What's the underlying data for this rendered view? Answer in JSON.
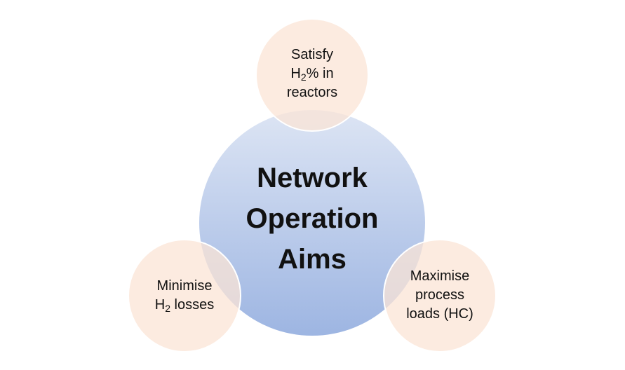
{
  "title": {
    "lines": [
      "Network",
      "Operation",
      "Aims"
    ]
  },
  "aims": {
    "top": {
      "line1": "Satisfy",
      "line2_main": "H",
      "line2_sub": "2",
      "line2_rest": "% in",
      "line3": "reactors"
    },
    "left": {
      "line1": "Minimise",
      "line2_main": "H",
      "line2_sub": "2",
      "line2_rest": " losses"
    },
    "right": {
      "line1": "Maximise",
      "line2": "process",
      "line3": "loads (HC)"
    }
  },
  "colors": {
    "center_gradient_top": "#dde5f4",
    "center_gradient_bottom": "#9db5e2",
    "satellite_fill": "#fbe4d5",
    "satellite_opacity": "0.75",
    "outline": "#ffffff"
  }
}
